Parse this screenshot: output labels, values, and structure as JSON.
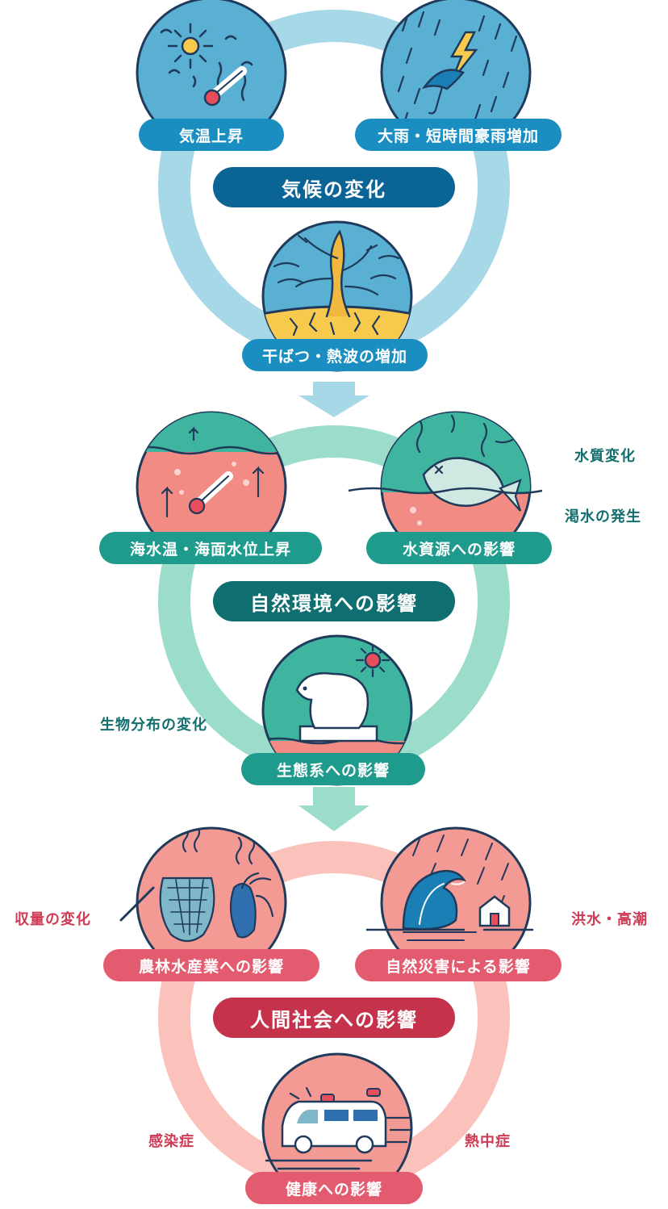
{
  "sections": {
    "climate": {
      "title": "気候の変化",
      "items": [
        "気温上昇",
        "大雨・短時間豪雨増加",
        "干ばつ・熱波の増加"
      ]
    },
    "nature": {
      "title": "自然環境への影響",
      "items": [
        "海水温・海面水位上昇",
        "水資源への影響",
        "生態系への影響"
      ],
      "side_labels": [
        "水質変化",
        "渇水の発生",
        "生物分布の変化"
      ]
    },
    "society": {
      "title": "人間社会への影響",
      "items": [
        "農林水産業への影響",
        "自然災害による影響",
        "健康への影響"
      ],
      "side_labels": [
        "収量の変化",
        "洪水・高潮",
        "感染症",
        "熱中症"
      ]
    }
  },
  "icons": [
    "sun-thermometer-icon",
    "rain-lightning-umbrella-icon",
    "drought-tree-icon",
    "sea-thermometer-icon",
    "dead-fish-icon",
    "polar-bear-icon",
    "crops-net-icon",
    "tsunami-house-icon",
    "ambulance-icon"
  ],
  "colors": {
    "climate_ring": "#a6d8e7",
    "climate_circle": "#5ab0d3",
    "nature_ring": "#9bdccb",
    "nature_circle": "#3fb5a0",
    "nature_sea": "#f28b84",
    "society_ring": "#fbc2bb",
    "society_circle": "#f49a94",
    "line": "#1f3a5a"
  }
}
